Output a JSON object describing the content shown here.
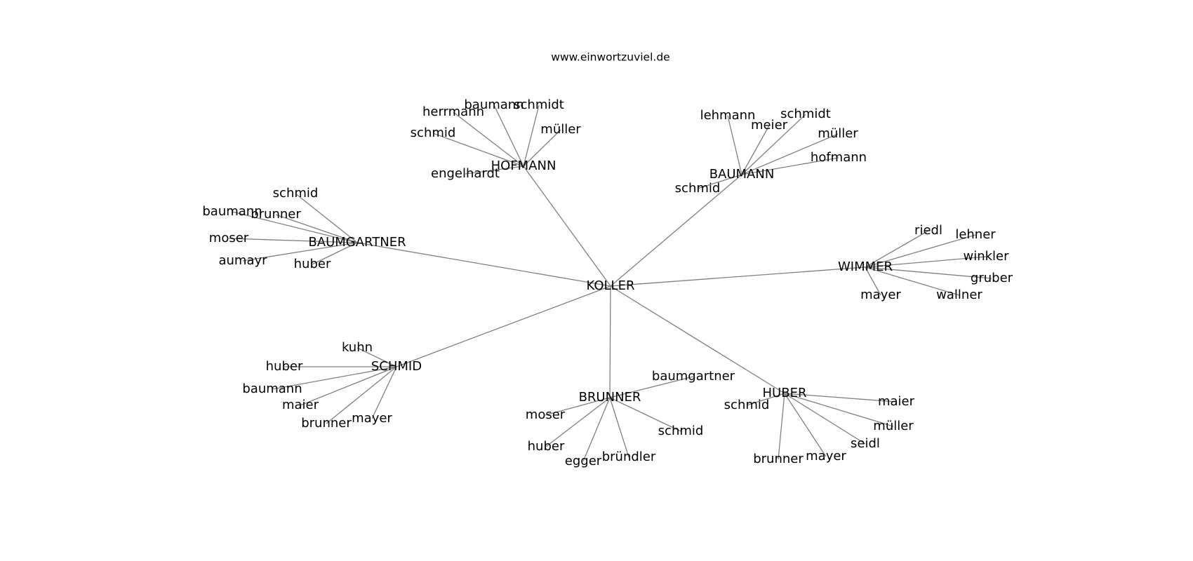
{
  "title": "www.einwortzuviel.de",
  "center": "KOLLER",
  "groups": [
    {
      "name": "HOFMANN",
      "neighbors": [
        "engelhardt",
        "schmid",
        "herrmann",
        "baumann",
        "schmidt",
        "müller"
      ]
    },
    {
      "name": "BAUMANN",
      "neighbors": [
        "schmid",
        "lehmann",
        "meier",
        "schmidt",
        "müller",
        "hofmann"
      ]
    },
    {
      "name": "BAUMGARTNER",
      "neighbors": [
        "schmid",
        "baumann",
        "brunner",
        "moser",
        "aumayr",
        "huber"
      ]
    },
    {
      "name": "WIMMER",
      "neighbors": [
        "riedl",
        "lehner",
        "winkler",
        "gruber",
        "wallner",
        "mayer"
      ]
    },
    {
      "name": "SCHMID",
      "neighbors": [
        "kuhn",
        "huber",
        "baumann",
        "maier",
        "brunner",
        "mayer"
      ]
    },
    {
      "name": "BRUNNER",
      "neighbors": [
        "baumgartner",
        "moser",
        "huber",
        "egger",
        "bründler",
        "schmid"
      ]
    },
    {
      "name": "HUBER",
      "neighbors": [
        "schmid",
        "maier",
        "müller",
        "seidl",
        "mayer",
        "brunner"
      ]
    }
  ]
}
